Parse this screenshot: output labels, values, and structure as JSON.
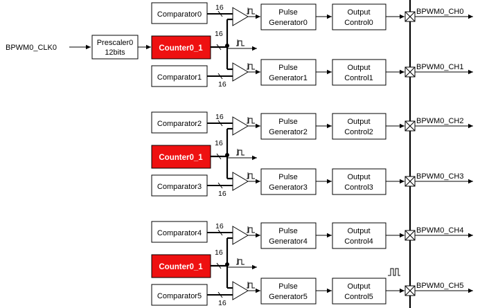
{
  "input": {
    "clock_label": "BPWM0_CLK0"
  },
  "prescaler": {
    "line1": "Prescaler0",
    "line2": "12bits"
  },
  "bus_width": "16",
  "channel_pairs": [
    {
      "comparator_top": "Comparator0",
      "comparator_bottom": "Comparator1",
      "counter": "Counter0_1",
      "pulse_top": {
        "line1": "Pulse",
        "line2": "Generator0"
      },
      "pulse_bottom": {
        "line1": "Pulse",
        "line2": "Generator1"
      },
      "output_top": {
        "line1": "Output",
        "line2": "Control0"
      },
      "output_bottom": {
        "line1": "Output",
        "line2": "Control1"
      },
      "channel_top": "BPWM0_CH0",
      "channel_bottom": "BPWM0_CH1"
    },
    {
      "comparator_top": "Comparator2",
      "comparator_bottom": "Comparator3",
      "counter": "Counter0_1",
      "pulse_top": {
        "line1": "Pulse",
        "line2": "Generator2"
      },
      "pulse_bottom": {
        "line1": "Pulse",
        "line2": "Generator3"
      },
      "output_top": {
        "line1": "Output",
        "line2": "Control2"
      },
      "output_bottom": {
        "line1": "Output",
        "line2": "Control3"
      },
      "channel_top": "BPWM0_CH2",
      "channel_bottom": "BPWM0_CH3"
    },
    {
      "comparator_top": "Comparator4",
      "comparator_bottom": "Comparator5",
      "counter": "Counter0_1",
      "pulse_top": {
        "line1": "Pulse",
        "line2": "Generator4"
      },
      "pulse_bottom": {
        "line1": "Pulse",
        "line2": "Generator5"
      },
      "output_top": {
        "line1": "Output",
        "line2": "Control4"
      },
      "output_bottom": {
        "line1": "Output",
        "line2": "Control5"
      },
      "channel_top": "BPWM0_CH4",
      "channel_bottom": "BPWM0_CH5"
    }
  ],
  "colors": {
    "counter_fill": "#ee1111",
    "line": "#000000",
    "box_fill": "#ffffff"
  }
}
